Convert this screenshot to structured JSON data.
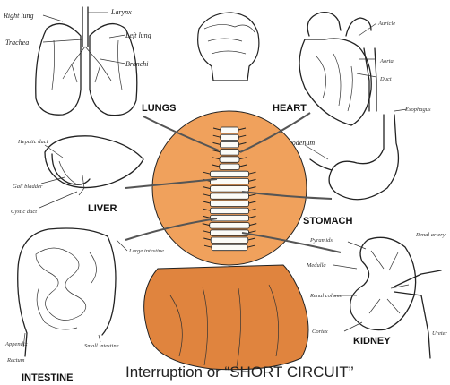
{
  "organs": {
    "lungs": "LUNGS",
    "heart": "HEART",
    "liver": "LIVER",
    "stomach": "STOMACH",
    "intestine": "INTESTINE",
    "kidney": "KIDNEY"
  },
  "lung_labels": {
    "right_lung": "Right lung",
    "larynx": "Larynx",
    "trachea": "Trachea",
    "left_lung": "Left lung",
    "bronchi": "Bronchi"
  },
  "heart_labels": {
    "auricle": "Auricle",
    "aorta": "Aorta",
    "duct": "Duct"
  },
  "stomach_labels": {
    "esophagus": "Esophagus",
    "duodenum": "Duodenum"
  },
  "liver_labels": {
    "hepatic_duct": "Hepatic duct",
    "gall_bladder": "Gall bladder",
    "cystic_duct": "Cystic duct"
  },
  "intestine_labels": {
    "large_intestine": "Large intestine",
    "small_intestine": "Small intestine",
    "appendix": "Appendix",
    "rectum": "Rectum"
  },
  "kidney_labels": {
    "pyramids": "Pyramids",
    "renal_artery": "Renal artery",
    "medulla": "Medulla",
    "renal_column": "Renal column",
    "cortex": "Cortex",
    "ureter": "Ureter"
  },
  "caption": "Interruption or “SHORT CIRCUIT”",
  "colors": {
    "spine_circle": "#f0a15c",
    "drape": "#e0843e",
    "ink": "#222222"
  },
  "icons": {
    "figure": "seated-figure-back-view",
    "spine": "spinal-column"
  }
}
